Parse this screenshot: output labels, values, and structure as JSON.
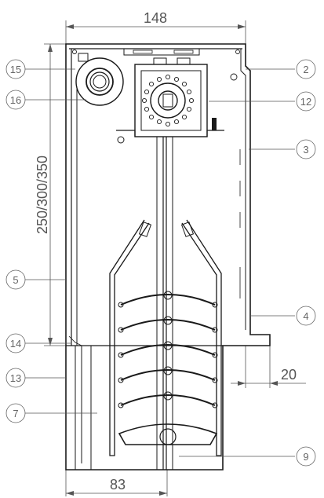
{
  "dimensions": {
    "top_width": "148",
    "height": "250/300/350",
    "bottom_width": "83",
    "side_offset": "20"
  },
  "callouts": {
    "c2": "2",
    "c3": "3",
    "c4": "4",
    "c5": "5",
    "c7": "7",
    "c9": "9",
    "c12": "12",
    "c13": "13",
    "c14": "14",
    "c15": "15",
    "c16": "16"
  }
}
